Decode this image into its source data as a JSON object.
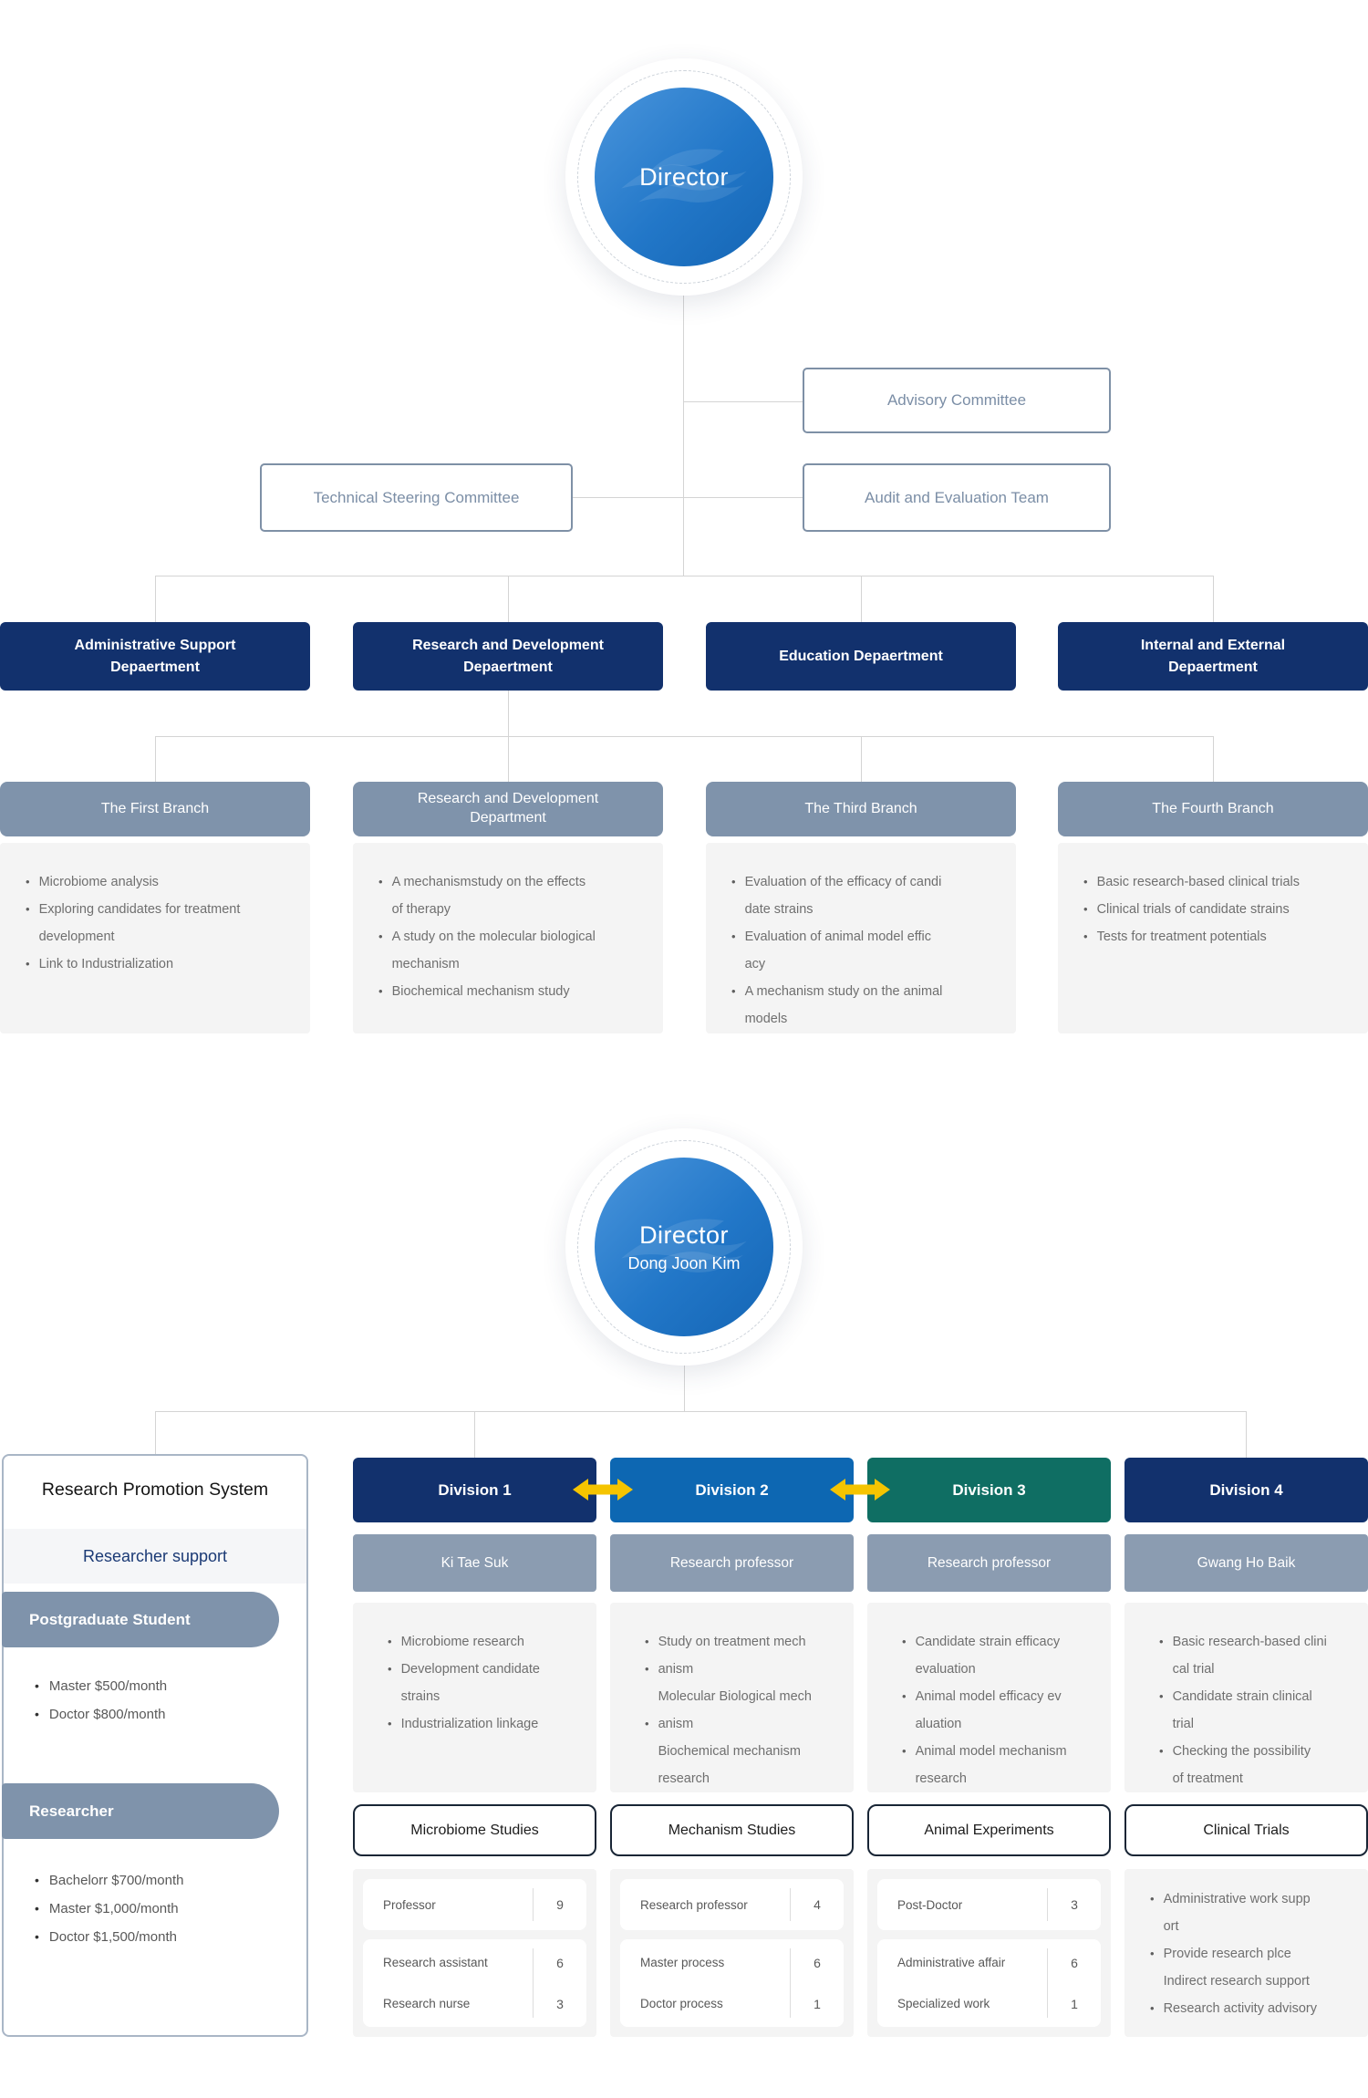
{
  "colors": {
    "navy": "#12316d",
    "blue": "#0d67b2",
    "teal": "#0f6e63",
    "slate_header": "#7f93ab",
    "slate_lead": "#8b9cb1",
    "arrow_yellow": "#f5c400",
    "committee_text": "#7b8ea6",
    "connector_line": "#d4d4d4",
    "body_card": "#f4f4f4",
    "navy_subtitle_text": "#1b3a75"
  },
  "org1": {
    "director": {
      "title": "Director"
    },
    "committees": {
      "advisory": "Advisory Committee",
      "technical": "Technical Steering Committee",
      "audit": "Audit and Evaluation Team"
    },
    "departments": [
      {
        "name": "Administrative Support\nDepaertment"
      },
      {
        "name": "Research and Development\nDepaertment"
      },
      {
        "name": "Education Depaertment"
      },
      {
        "name": "Internal and External\nDepaertment"
      }
    ],
    "branches": [
      {
        "title": "The First Branch",
        "items": [
          "Microbiome analysis",
          "Exploring candidates for treatment\ndevelopment",
          "Link to Industrialization"
        ]
      },
      {
        "title": "Research and Development\nDepartment",
        "items": [
          "A mechanismstudy on the effects\nof therapy",
          "A study on the molecular biological\nmechanism",
          "Biochemical mechanism study"
        ]
      },
      {
        "title": "The Third Branch",
        "items": [
          "Evaluation of the efficacy of candi\ndate strains",
          "Evaluation of animal model effic\nacy",
          "A mechanism study on the animal\nmodels"
        ]
      },
      {
        "title": "The Fourth Branch",
        "items": [
          "Basic research-based clinical trials",
          "Clinical trials of candidate strains",
          "Tests for treatment potentials"
        ]
      }
    ]
  },
  "org2": {
    "director": {
      "title": "Director",
      "name": "Dong Joon Kim"
    },
    "promotion": {
      "title": "Research Promotion System",
      "subtitle": "Researcher support",
      "groups": [
        {
          "label": "Postgraduate Student",
          "items": [
            "Master $500/month",
            "Doctor $800/month"
          ]
        },
        {
          "label": "Researcher",
          "items": [
            "Bachelorr $700/month",
            "Master $1,000/month",
            "Doctor $1,500/month"
          ]
        }
      ]
    },
    "divisions": [
      {
        "name": "Division 1",
        "lead": "Ki Tae Suk",
        "color": "#12316d",
        "items": [
          "Microbiome research",
          "Development candidate\nstrains",
          "Industrialization linkage"
        ],
        "category": "Microbiome Studies",
        "staff_primary": [
          {
            "role": "Professor",
            "count": "9"
          }
        ],
        "staff_secondary": [
          {
            "role": "Research assistant",
            "count": "6"
          },
          {
            "role": "Research nurse",
            "count": "3"
          }
        ]
      },
      {
        "name": "Division 2",
        "lead": "Research professor",
        "color": "#0d67b2",
        "items": [
          "Study on treatment mech",
          "anism\nMolecular Biological mech",
          "anism\nBiochemical mechanism\nresearch"
        ],
        "category": "Mechanism Studies",
        "staff_primary": [
          {
            "role": "Research professor",
            "count": "4"
          }
        ],
        "staff_secondary": [
          {
            "role": "Master process",
            "count": "6"
          },
          {
            "role": "Doctor process",
            "count": "1"
          }
        ]
      },
      {
        "name": "Division 3",
        "lead": "Research professor",
        "color": "#0f6e63",
        "items": [
          "Candidate strain efficacy\nevaluation",
          "Animal model efficacy ev\naluation",
          "Animal model mechanism\nresearch"
        ],
        "category": "Animal Experiments",
        "staff_primary": [
          {
            "role": "Post-Doctor",
            "count": "3"
          }
        ],
        "staff_secondary": [
          {
            "role": "Administrative affair",
            "count": "6"
          },
          {
            "role": "Specialized work",
            "count": "1"
          }
        ]
      },
      {
        "name": "Division 4",
        "lead": "Gwang Ho Baik",
        "color": "#12316d",
        "items": [
          "Basic research-based clini\ncal trial",
          "Candidate strain clinical\ntrial",
          "Checking the possibility\nof treatment"
        ],
        "category": "Clinical Trials",
        "notes": [
          "Administrative work supp\nort",
          "Provide research plce\nIndirect research support",
          "Research activity advisory"
        ]
      }
    ]
  }
}
